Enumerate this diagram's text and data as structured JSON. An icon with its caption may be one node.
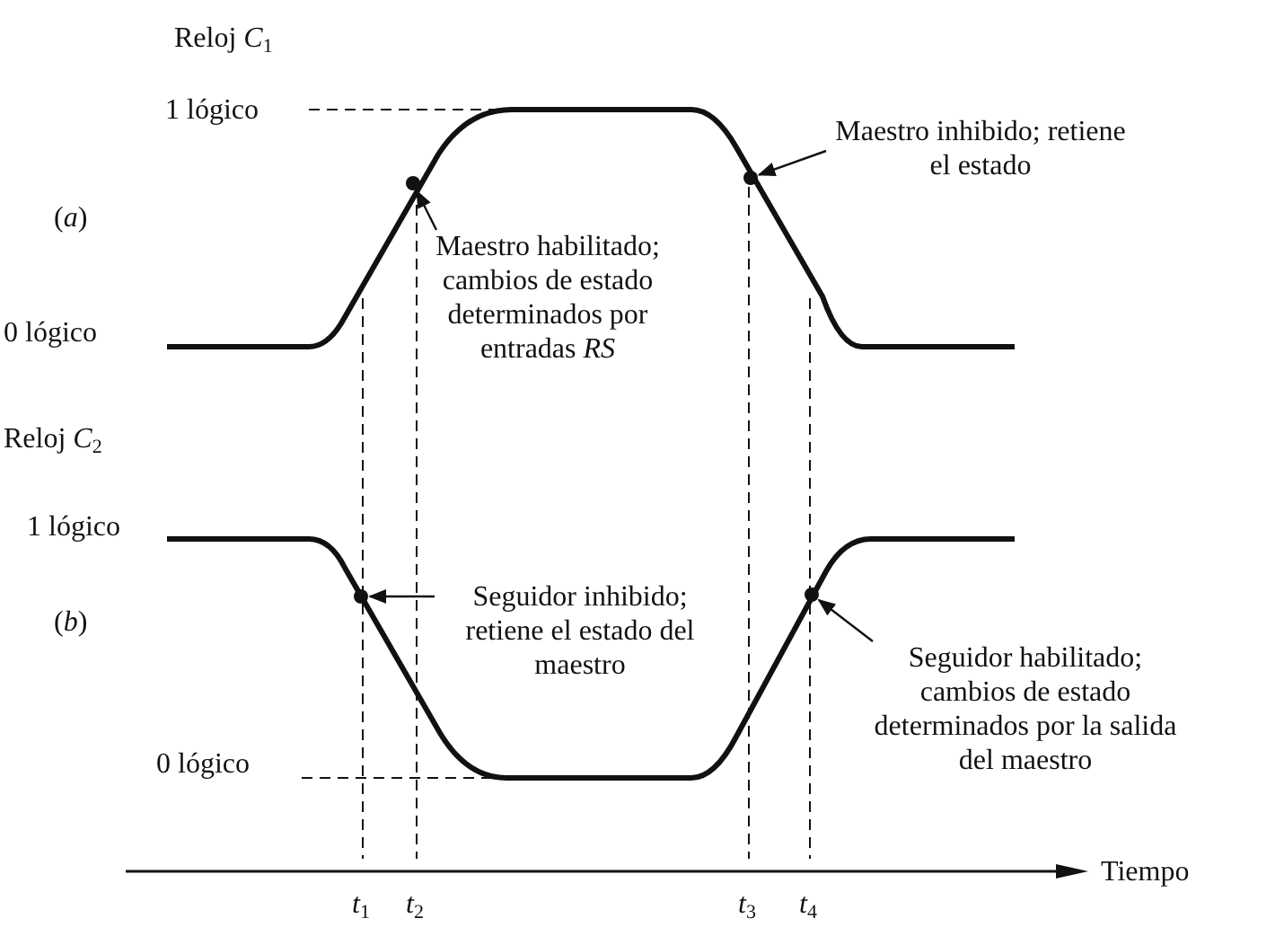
{
  "diagram": {
    "nodes": [
      {
        "text": [
          "Maestro habilitado; cambios de estado determinados por entradas *RS*"
        ]
      },
      {
        "text": [],
        "shape": "circle"
      },
      {
        "text": [
          "Maestro inhibido; retiene el estado"
        ]
      },
      {
        "text": [],
        "shape": "circle"
      },
      {
        "text": [
          "Seguidor inhibido; retiene el estado del maestro"
        ]
      },
      {
        "text": [],
        "shape": "circle"
      },
      {
        "text": [
          "Seguidor habilitado; cambios de estado determinados por la salida del maestro"
        ]
      },
      {
        "text": [],
        "shape": "circle"
      }
    ],
    "edges": [
      {
        "from": 0,
        "to": 1,
        "arrow": "to"
      },
      {
        "from": 2,
        "to": 3,
        "arrow": "to"
      },
      {
        "from": 4,
        "to": 5,
        "arrow": "to"
      },
      {
        "from": 6,
        "to": 7,
        "arrow": "to"
      }
    ],
    "labels": [
      "Reloj *C*$_{1}$",
      "1 lógico",
      "(*a*)",
      "0 lógico",
      "Reloj *C*$_{2}$",
      "1 lógico",
      "(*b*)",
      "0 lógico",
      "*t*$_{1}$",
      "*t*$_{2}$",
      "*t*$_{3}$",
      "*t*$_{4}$",
      "Tiempo"
    ]
  }
}
